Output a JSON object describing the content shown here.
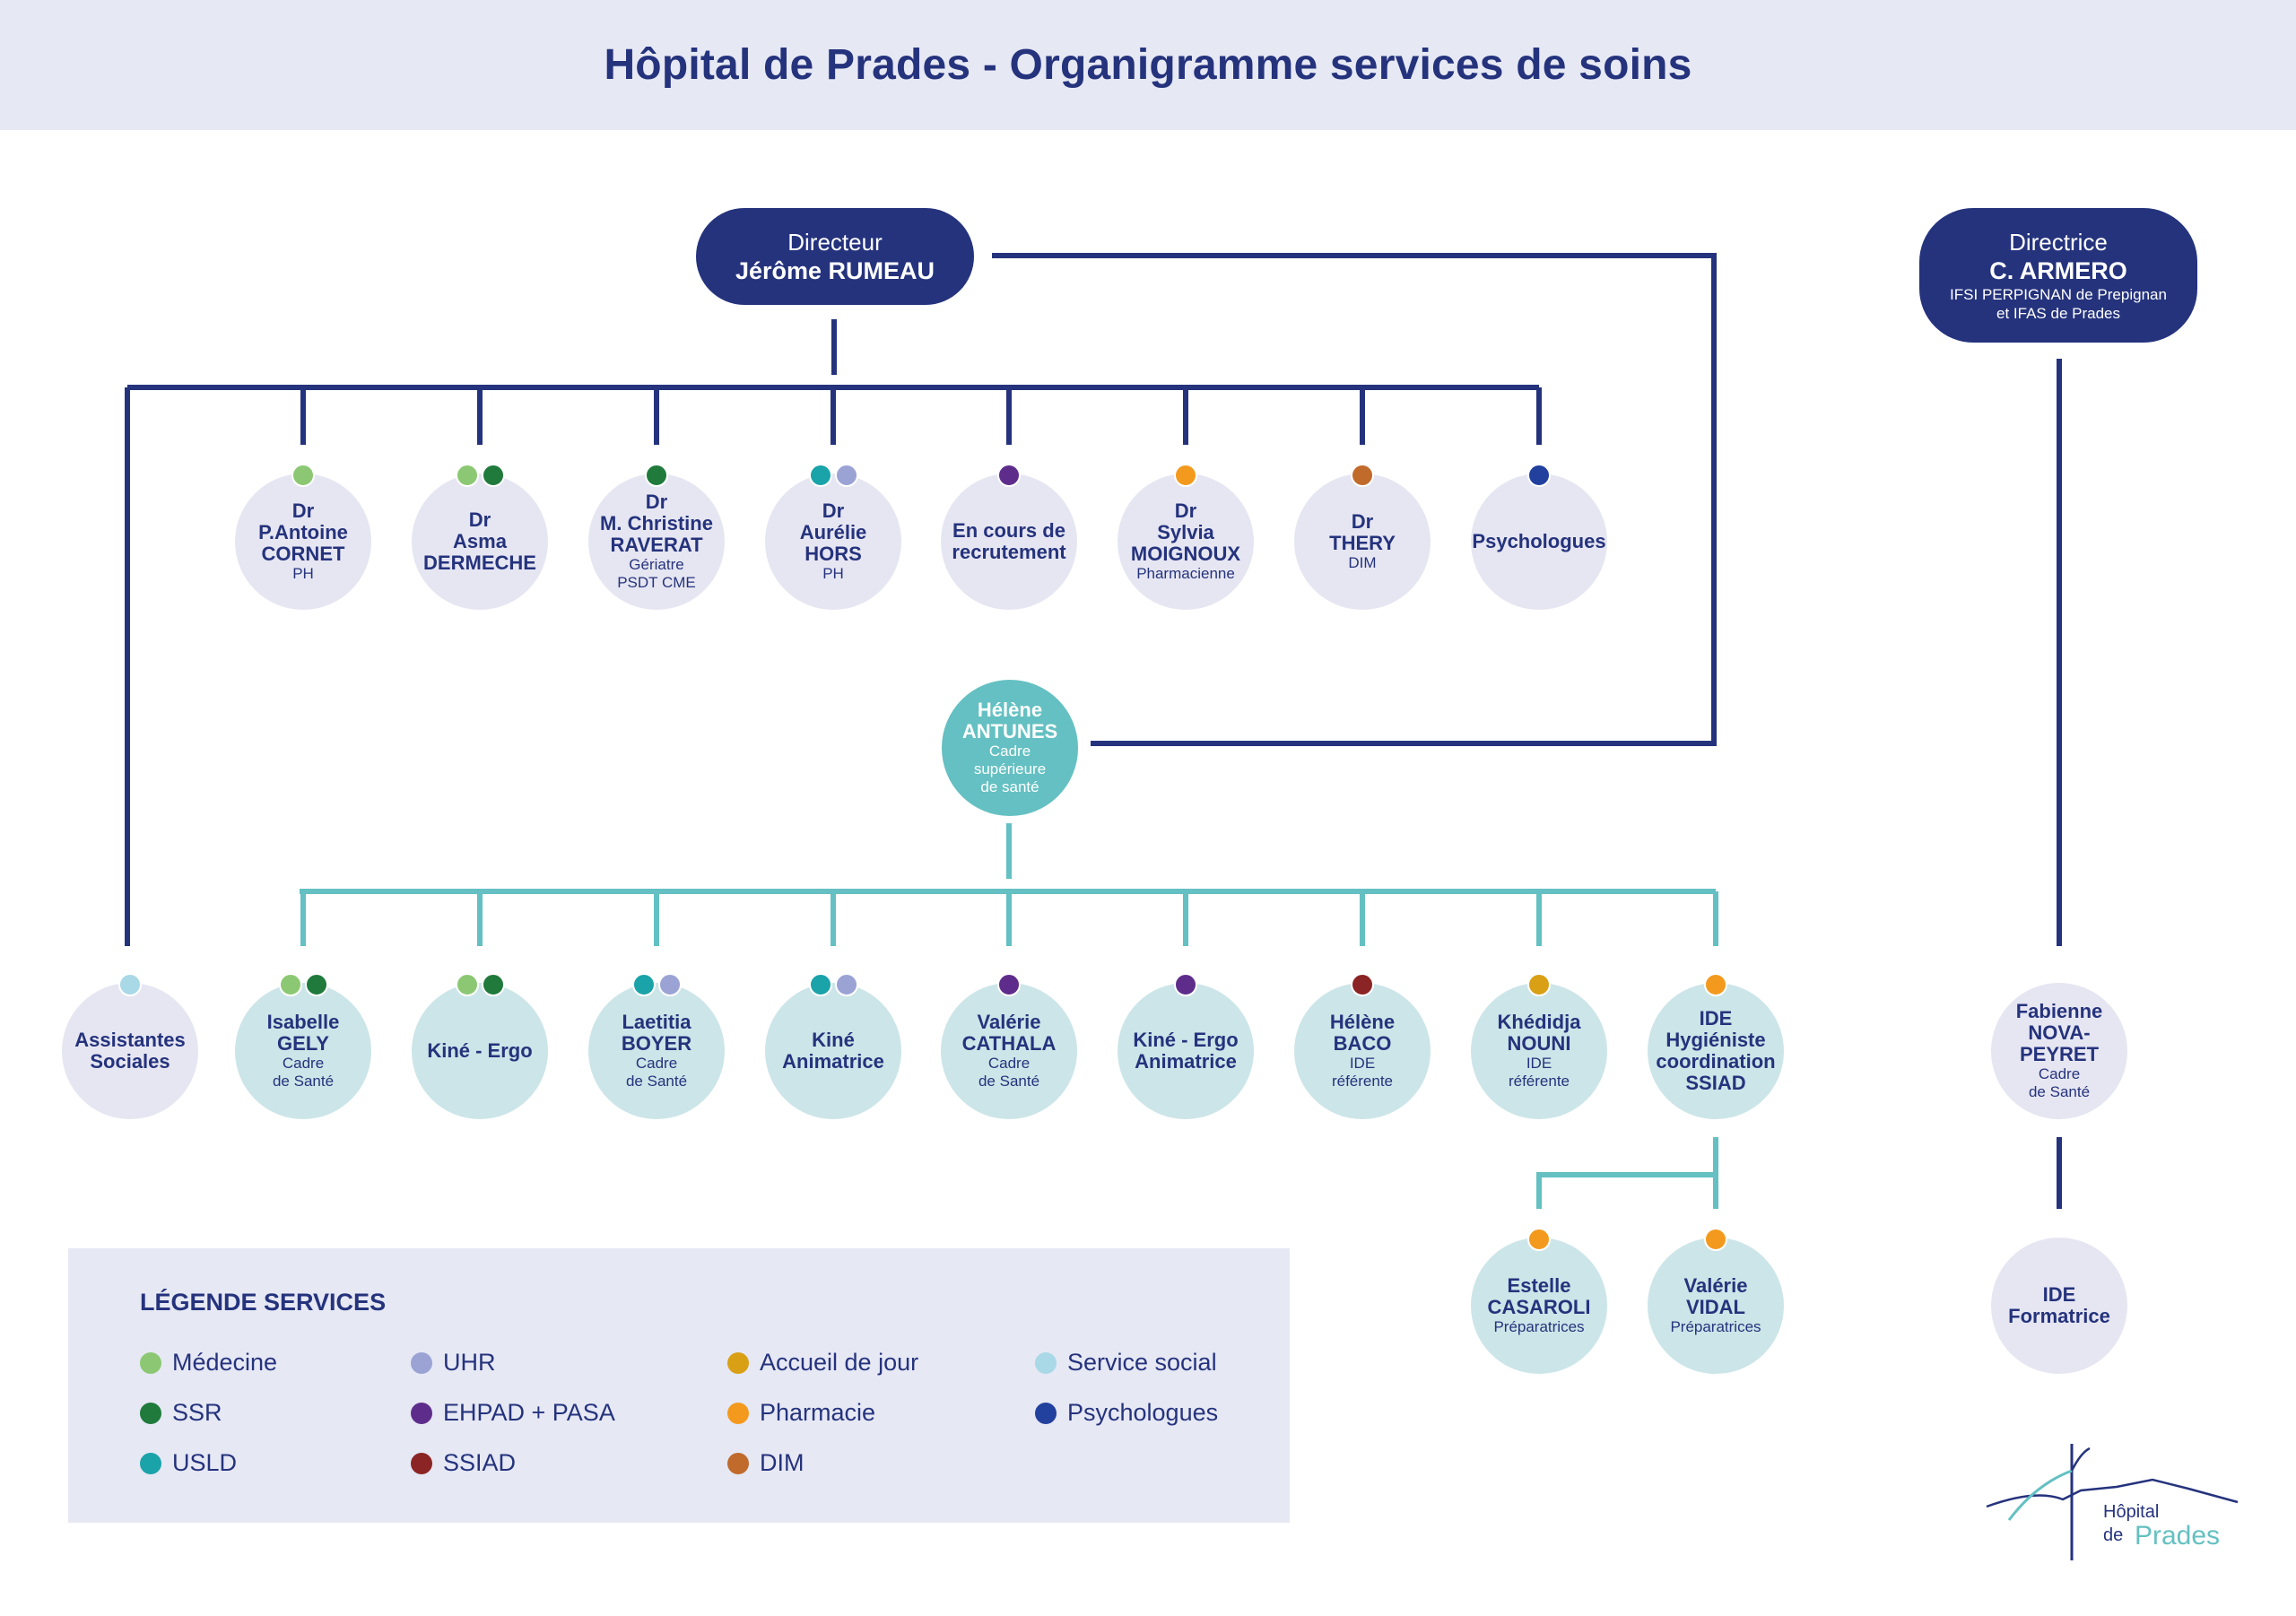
{
  "title": "Hôpital de Prades - Organigramme services de soins",
  "colors": {
    "medecine": "#8cc873",
    "ssr": "#1f7a3c",
    "usld": "#1aa3a8",
    "uhr": "#9aa3d4",
    "ehpad": "#5e2d8c",
    "ssiad": "#8b2424",
    "accueil": "#d9a016",
    "pharmacie": "#f39a1e",
    "dim": "#c06a2c",
    "social": "#a9d8e6",
    "psycho": "#22409e",
    "navy": "#25337d",
    "teal_line": "#64c0c2"
  },
  "director": {
    "role": "Directeur",
    "name": "Jérôme RUMEAU"
  },
  "directrice": {
    "role": "Directrice",
    "name": "C. ARMERO",
    "org_line1": "IFSI PERPIGNAN de Prepignan",
    "org_line2": "et IFAS de Prades"
  },
  "doctors": [
    {
      "l1": "Dr",
      "l2": "P.Antoine",
      "l3": "CORNET",
      "sub1": "PH",
      "sub2": "",
      "dots": [
        "medecine"
      ]
    },
    {
      "l1": "Dr",
      "l2": "Asma",
      "l3": "DERMECHE",
      "sub1": "",
      "sub2": "",
      "dots": [
        "medecine",
        "ssr"
      ]
    },
    {
      "l1": "Dr",
      "l2": "M. Christine",
      "l3": "RAVERAT",
      "sub1": "Gériatre",
      "sub2": "PSDT CME",
      "dots": [
        "ssr"
      ]
    },
    {
      "l1": "Dr",
      "l2": "Aurélie",
      "l3": "HORS",
      "sub1": "PH",
      "sub2": "",
      "dots": [
        "usld",
        "uhr"
      ]
    },
    {
      "l1": "En cours de",
      "l2": "recrutement",
      "l3": "",
      "sub1": "",
      "sub2": "",
      "dots": [
        "ehpad"
      ]
    },
    {
      "l1": "Dr",
      "l2": "Sylvia",
      "l3": "MOIGNOUX",
      "sub1": "Pharmacienne",
      "sub2": "",
      "dots": [
        "pharmacie"
      ]
    },
    {
      "l1": "Dr",
      "l2": "THERY",
      "l3": "",
      "sub1": "DIM",
      "sub2": "",
      "dots": [
        "dim"
      ]
    },
    {
      "l1": "Psychologues",
      "l2": "",
      "l3": "",
      "sub1": "",
      "sub2": "",
      "dots": [
        "psycho"
      ]
    }
  ],
  "cadre_sup": {
    "l1": "Hélène",
    "l2": "ANTUNES",
    "sub1": "Cadre",
    "sub2": "supérieure",
    "sub3": "de santé"
  },
  "staff": [
    {
      "l1": "Assistantes",
      "l2": "Sociales",
      "l3": "",
      "l4": "",
      "sub1": "",
      "sub2": "",
      "dots": [
        "social"
      ],
      "tone": "grey"
    },
    {
      "l1": "Isabelle",
      "l2": "GELY",
      "l3": "",
      "l4": "",
      "sub1": "Cadre",
      "sub2": "de Santé",
      "dots": [
        "medecine",
        "ssr"
      ],
      "tone": "teal"
    },
    {
      "l1": "Kiné - Ergo",
      "l2": "",
      "l3": "",
      "l4": "",
      "sub1": "",
      "sub2": "",
      "dots": [
        "medecine",
        "ssr"
      ],
      "tone": "teal"
    },
    {
      "l1": "Laetitia",
      "l2": "BOYER",
      "l3": "",
      "l4": "",
      "sub1": "Cadre",
      "sub2": "de Santé",
      "dots": [
        "usld",
        "uhr"
      ],
      "tone": "teal"
    },
    {
      "l1": "Kiné",
      "l2": "Animatrice",
      "l3": "",
      "l4": "",
      "sub1": "",
      "sub2": "",
      "dots": [
        "usld",
        "uhr"
      ],
      "tone": "teal"
    },
    {
      "l1": "Valérie",
      "l2": "CATHALA",
      "l3": "",
      "l4": "",
      "sub1": "Cadre",
      "sub2": "de Santé",
      "dots": [
        "ehpad"
      ],
      "tone": "teal"
    },
    {
      "l1": "Kiné - Ergo",
      "l2": "Animatrice",
      "l3": "",
      "l4": "",
      "sub1": "",
      "sub2": "",
      "dots": [
        "ehpad"
      ],
      "tone": "teal"
    },
    {
      "l1": "Hélène",
      "l2": "BACO",
      "l3": "",
      "l4": "",
      "sub1": "IDE",
      "sub2": "référente",
      "dots": [
        "ssiad"
      ],
      "tone": "teal"
    },
    {
      "l1": "Khédidja",
      "l2": "NOUNI",
      "l3": "",
      "l4": "",
      "sub1": "IDE",
      "sub2": "référente",
      "dots": [
        "accueil"
      ],
      "tone": "teal"
    },
    {
      "l1": "IDE",
      "l2": "Hygiéniste",
      "l3": "coordination",
      "l4": "SSIAD",
      "sub1": "",
      "sub2": "",
      "dots": [
        "pharmacie"
      ],
      "tone": "teal"
    }
  ],
  "pharma_staff": [
    {
      "l1": "Estelle",
      "l2": "CASAROLI",
      "sub1": "Préparatrices",
      "dots": [
        "pharmacie"
      ]
    },
    {
      "l1": "Valérie",
      "l2": "VIDAL",
      "sub1": "Préparatrices",
      "dots": [
        "pharmacie"
      ]
    }
  ],
  "ifsi_staff": [
    {
      "l1": "Fabienne",
      "l2": "NOVA-PEYRET",
      "sub1": "Cadre",
      "sub2": "de Santé",
      "dots": []
    },
    {
      "l1": "IDE",
      "l2": "Formatrice",
      "sub1": "",
      "sub2": "",
      "dots": []
    }
  ],
  "legend": {
    "title": "LÉGENDE SERVICES",
    "items": [
      {
        "label": "Médecine",
        "color": "medecine"
      },
      {
        "label": "SSR",
        "color": "ssr"
      },
      {
        "label": "USLD",
        "color": "usld"
      },
      {
        "label": "UHR",
        "color": "uhr"
      },
      {
        "label": "EHPAD + PASA",
        "color": "ehpad"
      },
      {
        "label": "SSIAD",
        "color": "ssiad"
      },
      {
        "label": "Accueil de jour",
        "color": "accueil"
      },
      {
        "label": "Pharmacie",
        "color": "pharmacie"
      },
      {
        "label": "DIM",
        "color": "dim"
      },
      {
        "label": "Service social",
        "color": "social"
      },
      {
        "label": "Psychologues",
        "color": "psycho"
      }
    ]
  },
  "logo": {
    "line1": "Hôpital",
    "line2": "de",
    "line3": "Prades"
  }
}
